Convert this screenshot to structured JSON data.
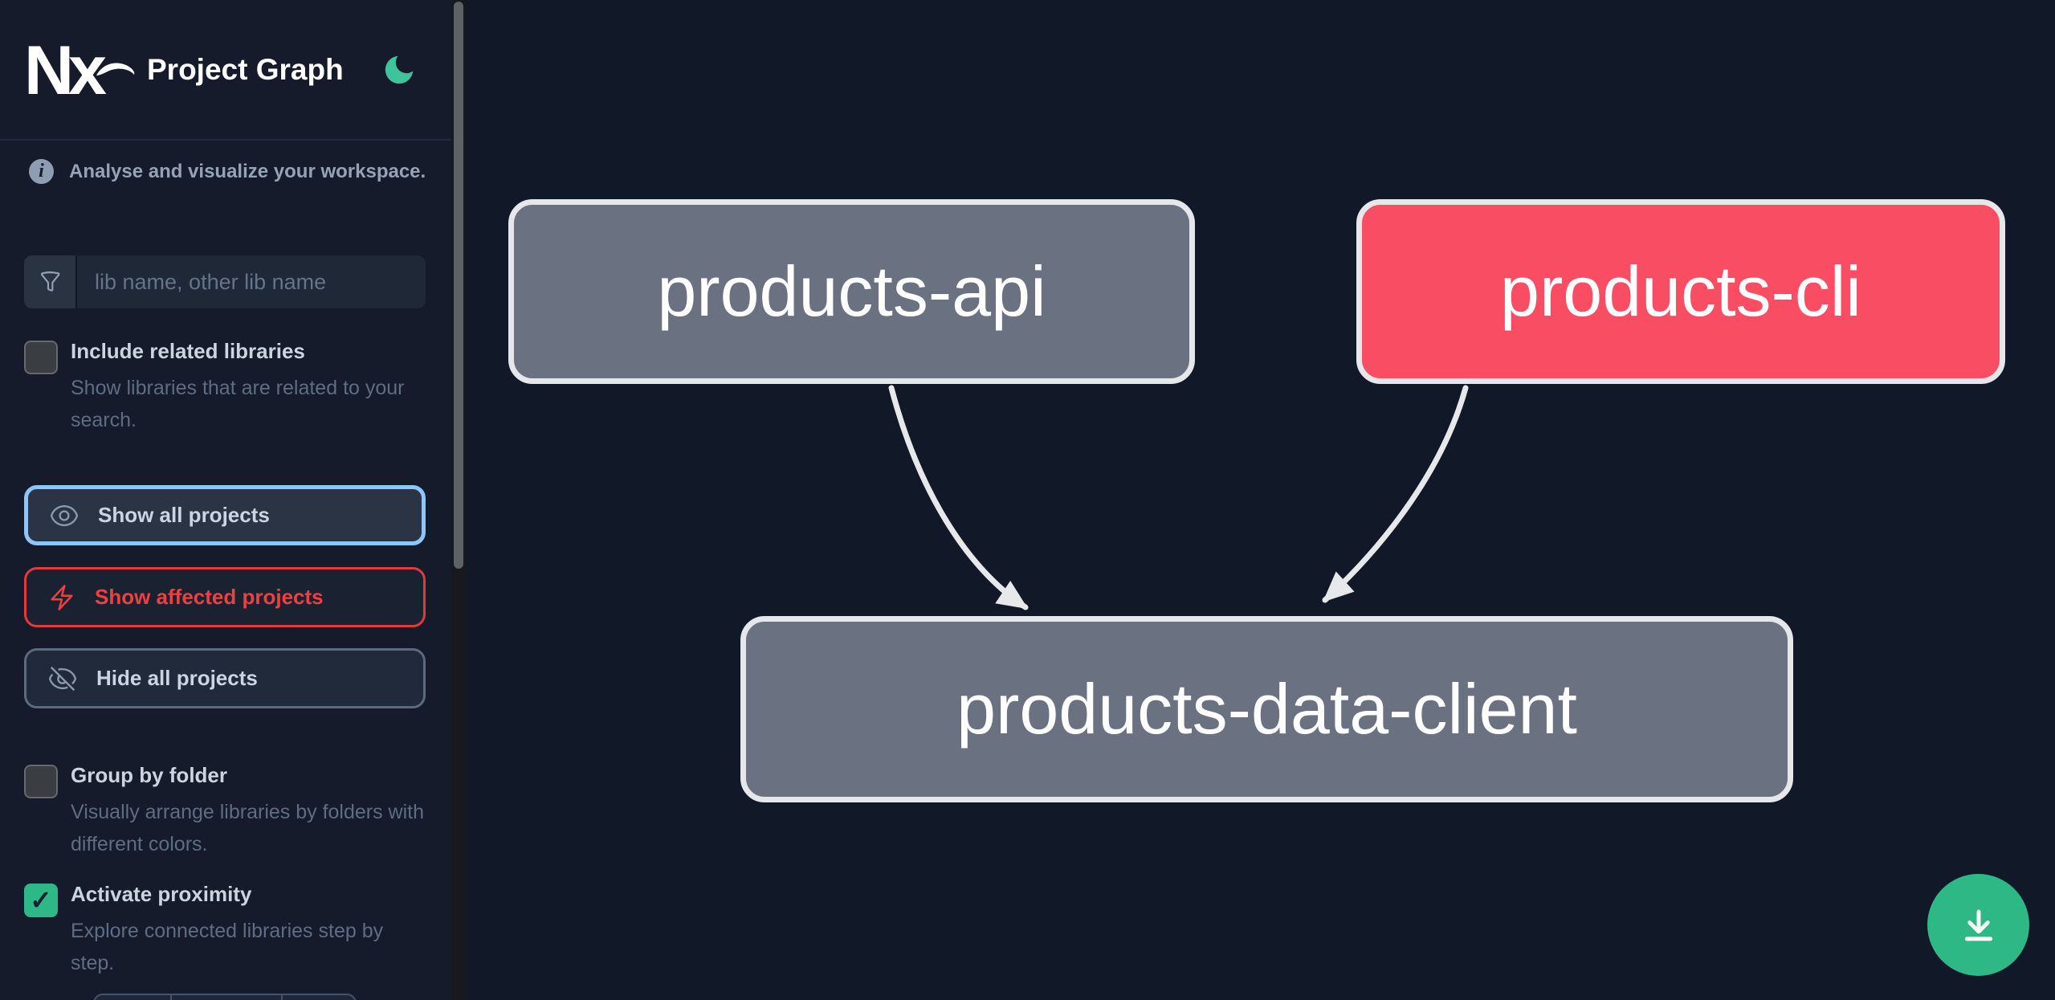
{
  "header": {
    "logo_text": "Nx",
    "title": "Project Graph",
    "theme": "dark"
  },
  "sidebar": {
    "tagline": "Analyse and visualize your workspace.",
    "search": {
      "placeholder": "lib name, other lib name",
      "value": ""
    },
    "options": {
      "include_related": {
        "label": "Include related libraries",
        "description": "Show libraries that are related to your search.",
        "checked": false
      },
      "group_by_folder": {
        "label": "Group by folder",
        "description": "Visually arrange libraries by folders with different colors.",
        "checked": false
      },
      "activate_proximity": {
        "label": "Activate proximity",
        "description": "Explore connected libraries step by step.",
        "checked": true,
        "check_glyph": "✓"
      }
    },
    "buttons": {
      "show_all": "Show all projects",
      "show_affected": "Show affected projects",
      "hide_all": "Hide all projects"
    }
  },
  "graph": {
    "nodes": [
      {
        "label": "products-api",
        "state": "normal"
      },
      {
        "label": "products-cli",
        "state": "affected"
      },
      {
        "label": "products-data-client",
        "state": "normal"
      }
    ],
    "edges": [
      {
        "from": "products-api",
        "to": "products-data-client"
      },
      {
        "from": "products-cli",
        "to": "products-data-client"
      }
    ]
  },
  "icons": {
    "moon-icon": "crescent",
    "info-icon": "i",
    "filter-icon": "funnel",
    "eye-icon": "eye",
    "bolt-icon": "lightning",
    "eye-off-icon": "eye-slash",
    "download-icon": "arrow-down-to-line"
  },
  "colors": {
    "sidebar_bg": "#151b2a",
    "canvas_bg": "#111827",
    "accent_green": "#2eb885",
    "affected_red": "#f94d63",
    "node_gray": "#6a7180",
    "focus_blue": "#8fc6f9",
    "button_red": "#ef4040",
    "text_primary": "#cbd5e1",
    "text_muted": "#5d6d83"
  }
}
